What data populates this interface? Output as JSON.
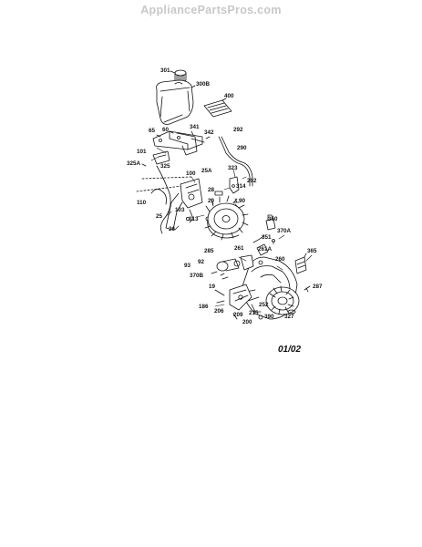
{
  "header": {
    "watermark": "AppliancePartsPros.com"
  },
  "diagram": {
    "page_code": "01/02",
    "labels": {
      "p301": "301",
      "p300B": "300B",
      "p400": "400",
      "p65": "65",
      "p60": "60",
      "p341": "341",
      "p342": "342",
      "p292a": "292",
      "p290": "290",
      "p101": "101",
      "p325A": "325A",
      "p325": "325",
      "p100": "100",
      "p25A": "25A",
      "p323": "323",
      "p292b": "292",
      "p314": "314",
      "p28": "28",
      "p110": "110",
      "p103": "103",
      "p20": "20",
      "p90": "90",
      "p25": "25",
      "p313": "313",
      "p26": "26",
      "p350": "350",
      "p351": "351",
      "p370A": "370A",
      "p261": "261",
      "p261A": "261A",
      "p285": "285",
      "p92": "92",
      "p93": "93",
      "p370B": "370B",
      "p260": "260",
      "p365": "365",
      "p19": "19",
      "p287": "287",
      "p186": "186",
      "p206": "206",
      "p209": "209",
      "p215": "215",
      "p252": "252",
      "p390": "390",
      "p327": "327",
      "p200": "200"
    }
  }
}
